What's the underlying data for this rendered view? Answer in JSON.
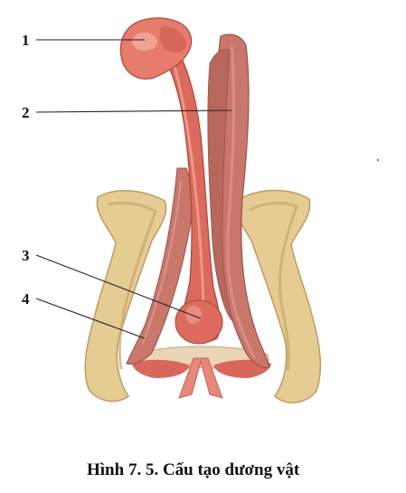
{
  "figure": {
    "labels": [
      {
        "number": "1"
      },
      {
        "number": "2"
      },
      {
        "number": "3"
      },
      {
        "number": "4"
      }
    ],
    "caption": "Hình 7. 5. Cấu tạo dương vật"
  },
  "colors": {
    "bone": "#e4cc93",
    "bone_shadow": "#bf9c5e",
    "tissue": "#dc6a5c",
    "tissue_light": "#ef9a88",
    "corpus_cavernosum": "#c9776b",
    "line": "#222222"
  }
}
